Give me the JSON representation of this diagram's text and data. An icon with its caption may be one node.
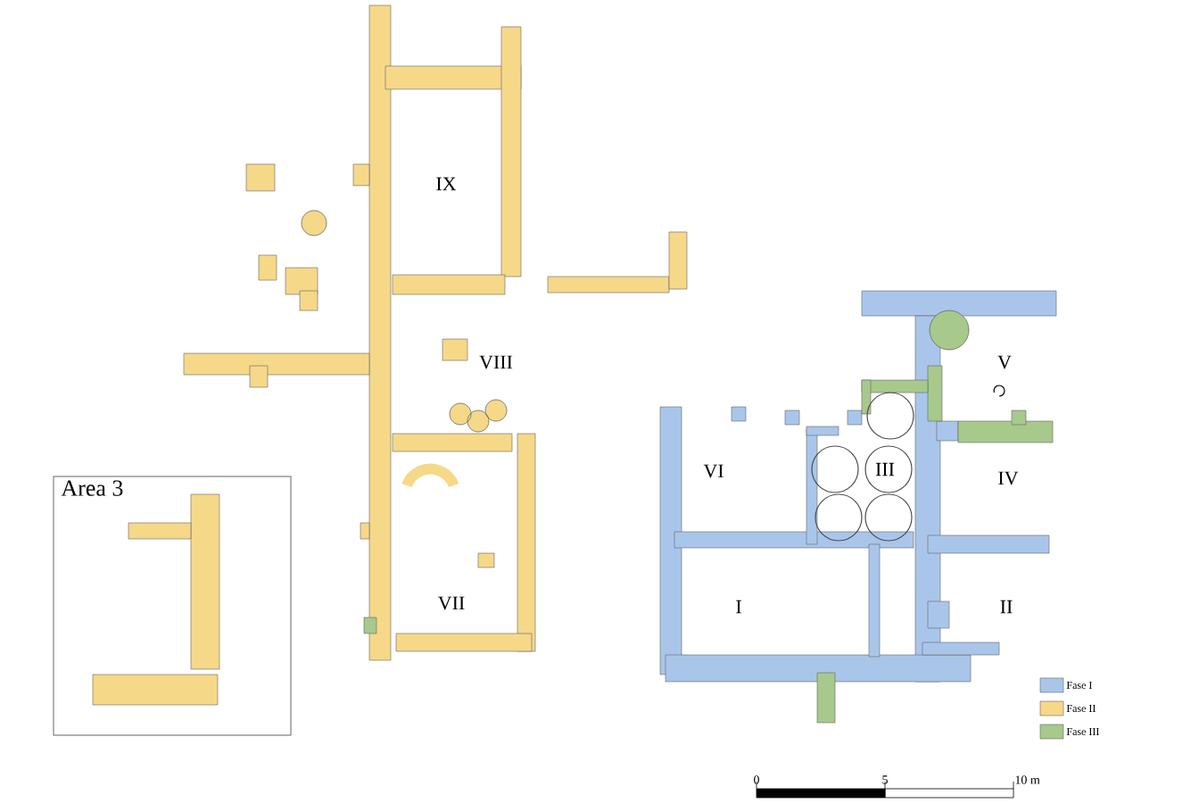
{
  "diagram": {
    "nodes": [
      {
        "text": [
          "Area 3"
        ]
      }
    ],
    "labels": [
      "IX",
      "VIII",
      "V",
      "VI",
      "III",
      "IV",
      "VII",
      "I",
      "II",
      "0",
      "5",
      "10 m"
    ],
    "legend": [
      {
        "text": "Fase I",
        "color": "#a9c6ea"
      },
      {
        "text": "Fase II",
        "color": "#f6d889"
      },
      {
        "text": "Fase III",
        "color": "#a7c98c"
      }
    ]
  }
}
